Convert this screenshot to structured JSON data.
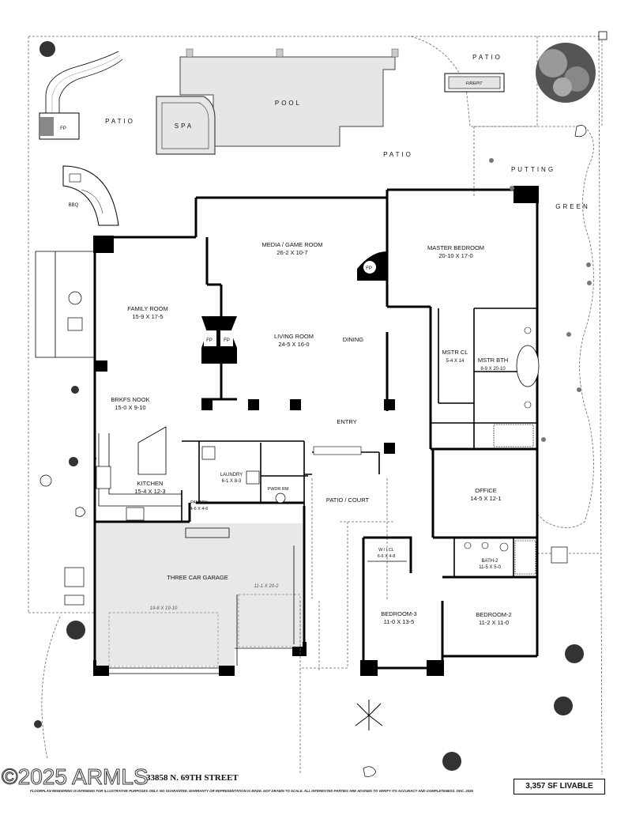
{
  "labels": {
    "patio_top": "PATIO",
    "firepit": "FIREPIT",
    "fp_left": "FP",
    "patio_left": "PATIO",
    "spa": "SPA",
    "pool": "POOL",
    "patio_mid": "PATIO",
    "putting": "PUTTING",
    "green": "GREEN",
    "bbq": "BBQ",
    "media_name": "MEDIA / GAME ROOM",
    "media_dim": "26-2 X 10-7",
    "master_name": "MASTER BEDROOM",
    "master_dim": "20-10 X 17-0",
    "fp_media": "FP",
    "family_name": "FAMILY ROOM",
    "family_dim": "15-9 X 17-5",
    "fp_a": "FP",
    "fp_b": "FP",
    "living_name": "LIVING ROOM",
    "living_dim": "24-5 X 16-0",
    "dining": "DINING",
    "mstr_cl_name": "MSTR CL",
    "mstr_cl_dim": "5-4 X 14",
    "mstr_bth_name": "MSTR BTH",
    "mstr_bth_dim": "8-9 X 20-10",
    "brkfs_name": "BRKFS NOOK",
    "brkfs_dim": "15-0 X 9-10",
    "entry": "ENTRY",
    "laundry_name": "LAUNDRY",
    "laundry_dim": "6-1 X 8-3",
    "pwdr": "PWDR RM",
    "kitchen_name": "KITCHEN",
    "kitchen_dim": "15-4 X 12-3",
    "pantry_name": "PANTRY",
    "pantry_dim": "4-6 X 4-6",
    "patio_court": "PATIO / COURT",
    "office_name": "OFFICE",
    "office_dim": "14-5 X 12-1",
    "wicl_name": "W / I CL",
    "wicl_dim": "6-6 X 4-8",
    "bath2_name": "BATH-2",
    "bath2_dim": "11-5 X 5-0",
    "garage_name": "THREE CAR GARAGE",
    "garage_dim_a": "11-1 X 20-2",
    "garage_dim_b": "19-8 X 19-10",
    "bed3_name": "BEDROOM-3",
    "bed3_dim": "11-0 X 13-5",
    "bed2_name": "BEDROOM-2",
    "bed2_dim": "11-2 X 11-0"
  },
  "footer": {
    "street": "33858 N. 69TH STREET",
    "sf": "3,357 SF LIVABLE",
    "disclaimer": "FLOORPLAN RENDERING IS INTENDED FOR ILLUSTRATIVE PURPOSES ONLY.  NO GUARANTEE, WARRANTY OR REPRESENTATION IS MADE.  NOT DRAWN TO SCALE.  ALL INTERESTED PARTIES ARE ADVISED TO VERIFY ITS ACCURACY AND COMPLETENESS.  DEC. 2025",
    "watermark": "©2025 ARMLS"
  },
  "colors": {
    "pool": "#e6e6e6",
    "garage": "#e8e8e8",
    "walls": "#000000"
  }
}
